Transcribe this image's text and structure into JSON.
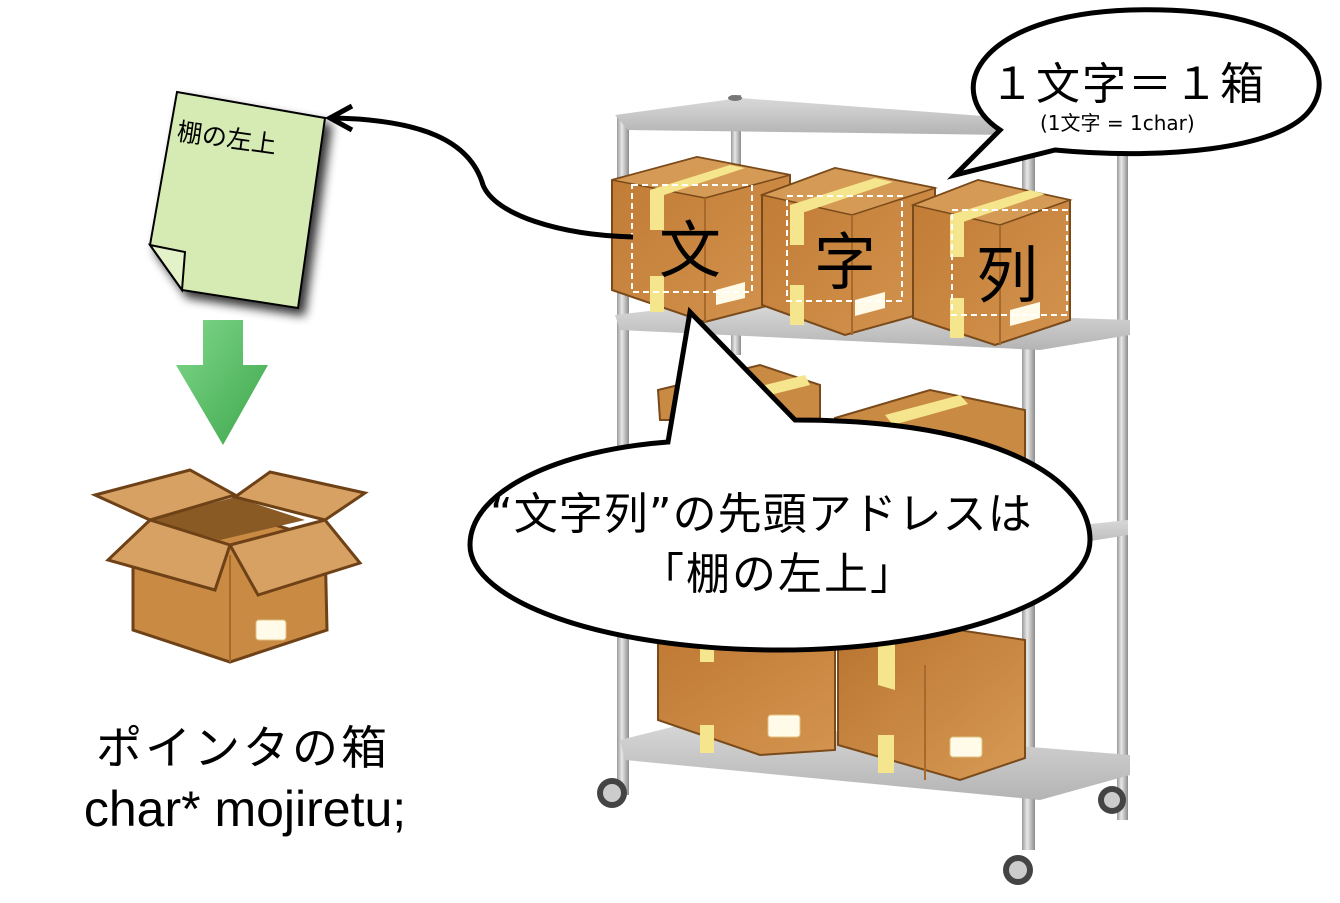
{
  "note": {
    "label": "棚の左上",
    "fill_color": "#d6ebb4"
  },
  "pointer_box": {
    "title": "ポインタの箱",
    "code": "char* mojiretu;",
    "arrow_color": "#4caf50"
  },
  "shelf": {
    "boxes": [
      {
        "char": "文"
      },
      {
        "char": "字"
      },
      {
        "char": "列"
      }
    ],
    "box_color": "#c98a44",
    "tape_color": "#f5e58c"
  },
  "bubble_top": {
    "main": "１文字＝１箱",
    "sub": "(1文字 = 1char)"
  },
  "bubble_bottom": {
    "line1": "“文字列”の先頭アドレスは",
    "line2": "「棚の左上」"
  }
}
